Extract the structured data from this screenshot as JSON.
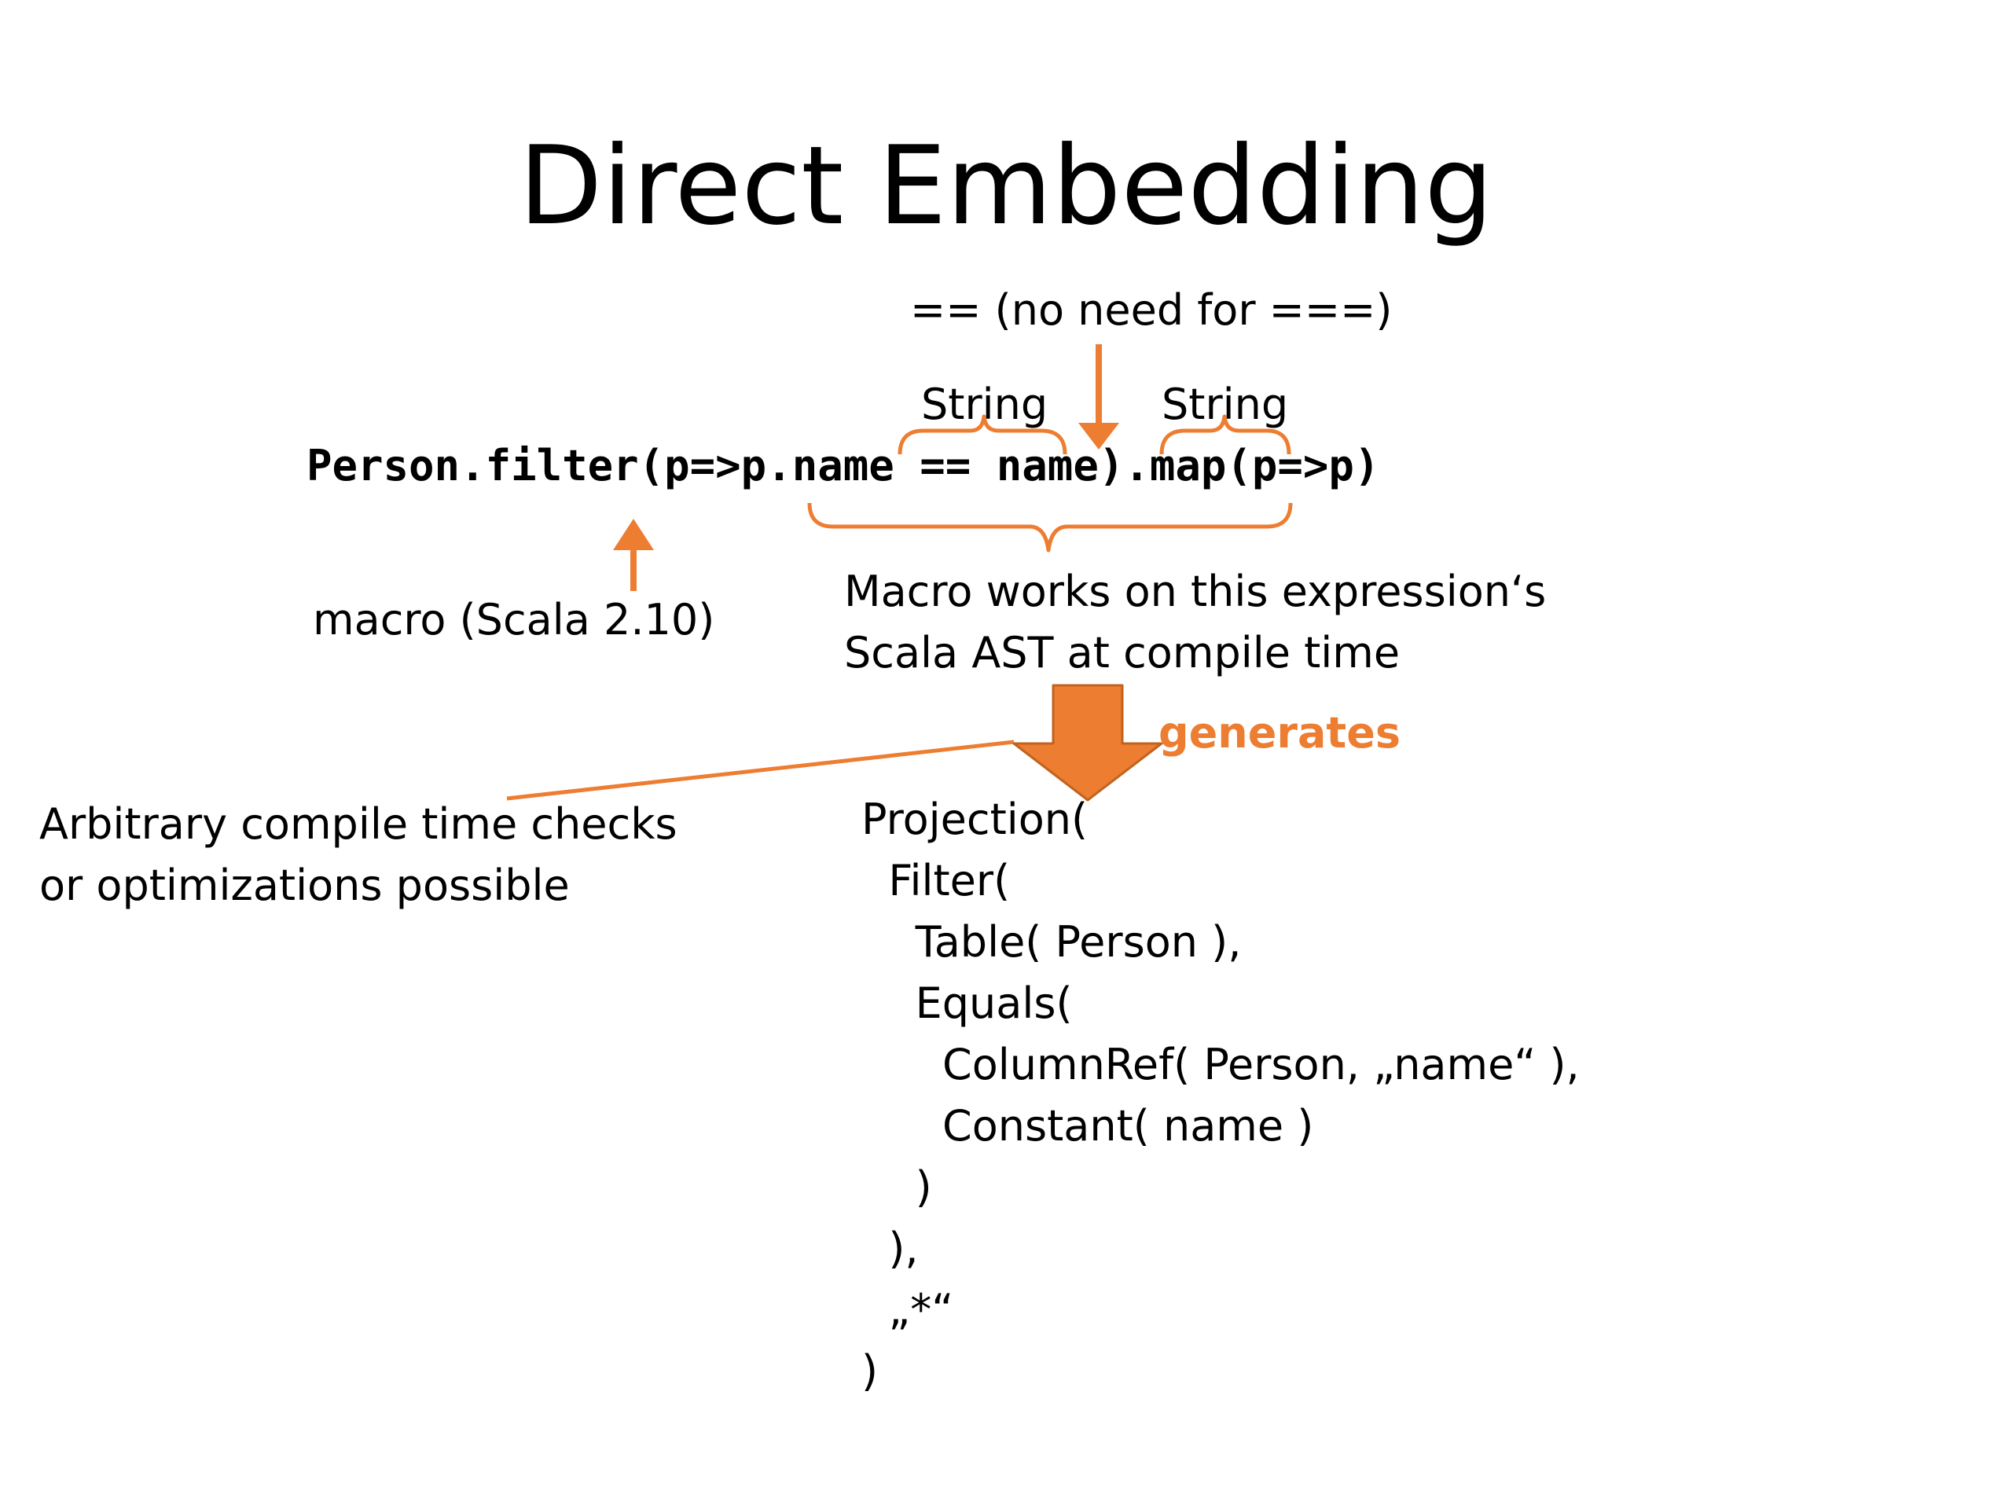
{
  "slide": {
    "title": "Direct Embedding",
    "note_eq": "== (no need for ===)",
    "label_string_left": "String",
    "label_string_right": "String",
    "code_line": "Person.filter(p=>p.name == name).map(p=>p)",
    "macro_label": "macro (Scala 2.10)",
    "macro_works": [
      "Macro works on this expression‘s",
      "Scala AST at compile time"
    ],
    "generates": "generates",
    "compile_checks": [
      "Arbitrary compile time checks",
      "or optimizations possible"
    ],
    "ast": [
      "Projection(",
      "  Filter(",
      "    Table( Person ),",
      "    Equals(",
      "      ColumnRef( Person, „name“ ),",
      "      Constant( name )",
      "    )",
      "  ),",
      "  „*“",
      ")"
    ],
    "accent_color": "#ed7d31"
  }
}
